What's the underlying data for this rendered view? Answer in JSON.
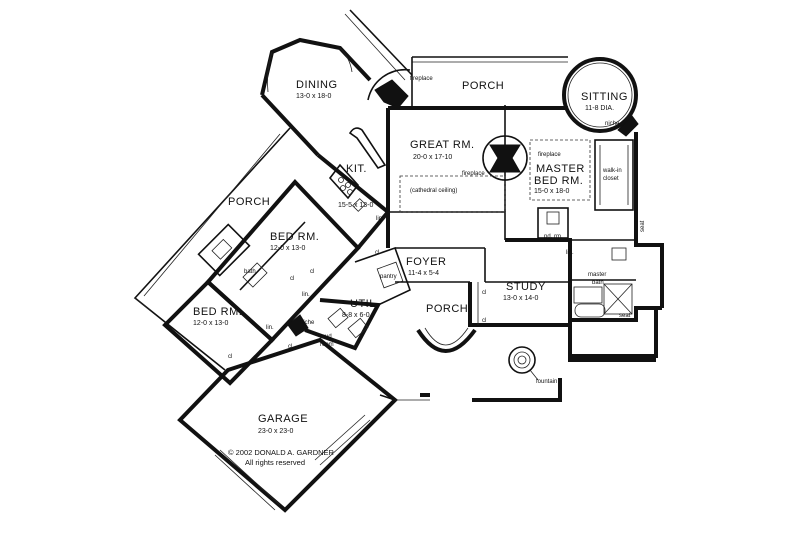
{
  "rooms": {
    "dining": {
      "name": "DINING",
      "dims": "13-0 x 18-0"
    },
    "porch_top": {
      "name": "PORCH"
    },
    "sitting": {
      "name": "SITTING",
      "dims": "11-8 DIA."
    },
    "great": {
      "name": "GREAT RM.",
      "dims": "20-0 x 17-10"
    },
    "master": {
      "name_1": "MASTER",
      "name_2": "BED RM.",
      "dims": "15-0 x 18-0"
    },
    "kitchen": {
      "name": "KIT.",
      "dims": "15-5 x 13-0"
    },
    "porch_left": {
      "name": "PORCH"
    },
    "bed1": {
      "name": "BED RM.",
      "dims": "12-0 x 13-0"
    },
    "bed2": {
      "name": "BED RM.",
      "dims": "12-0 x 13-0"
    },
    "foyer": {
      "name": "FOYER",
      "dims": "11-4 x 5-4"
    },
    "study": {
      "name": "STUDY",
      "dims": "13-0 x 14-0"
    },
    "util": {
      "name": "UTIL.",
      "dims": "8-8 x 6-0"
    },
    "porch_front": {
      "name": "PORCH"
    },
    "garage": {
      "name": "GARAGE",
      "dims": "23-0 x 23-0"
    }
  },
  "labels": {
    "fireplace_dining": "fireplace",
    "fireplace_great": "fireplace",
    "fireplace_master": "fireplace",
    "niche_sitting": "niche",
    "niche_util": "niche",
    "walk_in_1": "walk-in",
    "walk_in_2": "closet",
    "cathedral": "(cathedral ceiling)",
    "pd_rm": "pd. rm.",
    "lin_kit": "lin.",
    "lin_master": "lin.",
    "lin_bed": "lin.",
    "lin_bed2": "lin.",
    "seat_1": "seat",
    "seat_2": "seat",
    "master_bath_1": "master",
    "master_bath_2": "bath",
    "bath": "bath",
    "cl_1": "cl",
    "cl_2": "cl",
    "cl_3": "cl",
    "cl_4": "cl",
    "cl_5": "cl",
    "cl_6": "cl",
    "cl_7": "cl",
    "pantry": "pantry",
    "mud_1": "mud",
    "mud_2": "room",
    "fountain": "fountain",
    "copyright": "© 2002 DONALD A. GARDNER",
    "rights": "All rights reserved"
  }
}
